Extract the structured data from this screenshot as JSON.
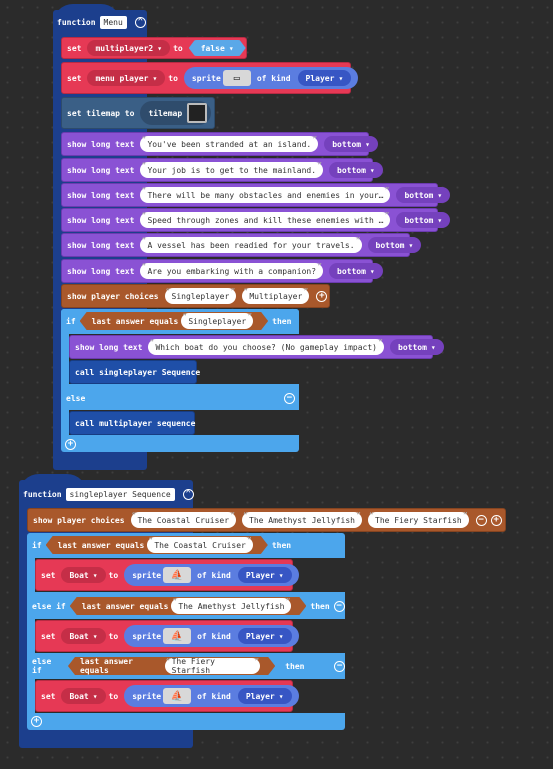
{
  "menu_function": {
    "keyword": "function",
    "name": "Menu",
    "blocks": {
      "set_mp2": {
        "set": "set",
        "var": "multiplayer2",
        "to": "to",
        "value": "false"
      },
      "set_menu_player": {
        "set": "set",
        "var": "menu player",
        "to": "to",
        "sprite": "sprite",
        "of_kind": "of kind",
        "kind": "Player"
      },
      "set_tilemap": {
        "label": "set tilemap to",
        "tilemap": "tilemap"
      },
      "long_texts": [
        {
          "label": "show long text",
          "text": "You've been stranded at an island.",
          "pos": "bottom"
        },
        {
          "label": "show long text",
          "text": "Your job is to get to the mainland.",
          "pos": "bottom"
        },
        {
          "label": "show long text",
          "text": "There will be many obstacles and enemies in your…",
          "pos": "bottom"
        },
        {
          "label": "show long text",
          "text": "Speed through zones and kill these enemies with …",
          "pos": "bottom"
        },
        {
          "label": "show long text",
          "text": "A vessel has been readied for your travels.",
          "pos": "bottom"
        },
        {
          "label": "show long text",
          "text": "Are you embarking with a companion?",
          "pos": "bottom"
        }
      ],
      "choices": {
        "label": "show player choices",
        "opt1": "Singleplayer",
        "opt2": "Multiplayer"
      },
      "if_block": {
        "if": "if",
        "cond": "last answer equals",
        "value": "Singleplayer",
        "then": "then",
        "inner_text": {
          "label": "show long text",
          "text": "Which boat do you choose? (No gameplay impact)",
          "pos": "bottom"
        },
        "call1": "call singleplayer Sequence",
        "else": "else",
        "call2": "call multiplayer sequence"
      }
    }
  },
  "sp_function": {
    "keyword": "function",
    "name": "singleplayer Sequence",
    "choices": {
      "label": "show player choices",
      "opt1": "The Coastal Cruiser",
      "opt2": "The Amethyst Jellyfish",
      "opt3": "The Fiery Starfish"
    },
    "if": "if",
    "else_if": "else if",
    "then": "then",
    "cond_label": "last answer equals",
    "branches": [
      {
        "value": "The Coastal Cruiser",
        "set": "set",
        "var": "Boat",
        "to": "to",
        "sprite": "sprite",
        "of_kind": "of kind",
        "kind": "Player"
      },
      {
        "value": "The Amethyst Jellyfish",
        "set": "set",
        "var": "Boat",
        "to": "to",
        "sprite": "sprite",
        "of_kind": "of kind",
        "kind": "Player"
      },
      {
        "value": "The Fiery Starfish",
        "set": "set",
        "var": "Boat",
        "to": "to",
        "sprite": "sprite",
        "of_kind": "of kind",
        "kind": "Player"
      }
    ]
  },
  "icons": [
    "collapse-icon",
    "add-icon",
    "remove-icon",
    "boat-sprite-icon",
    "player-sprite-icon"
  ],
  "colors": {
    "function": "#1c3f8d",
    "variables": "#e63955",
    "game": "#8a52d4",
    "logic": "#4ca6ec",
    "choices": "#a9582b",
    "sprite": "#5b7de0"
  }
}
